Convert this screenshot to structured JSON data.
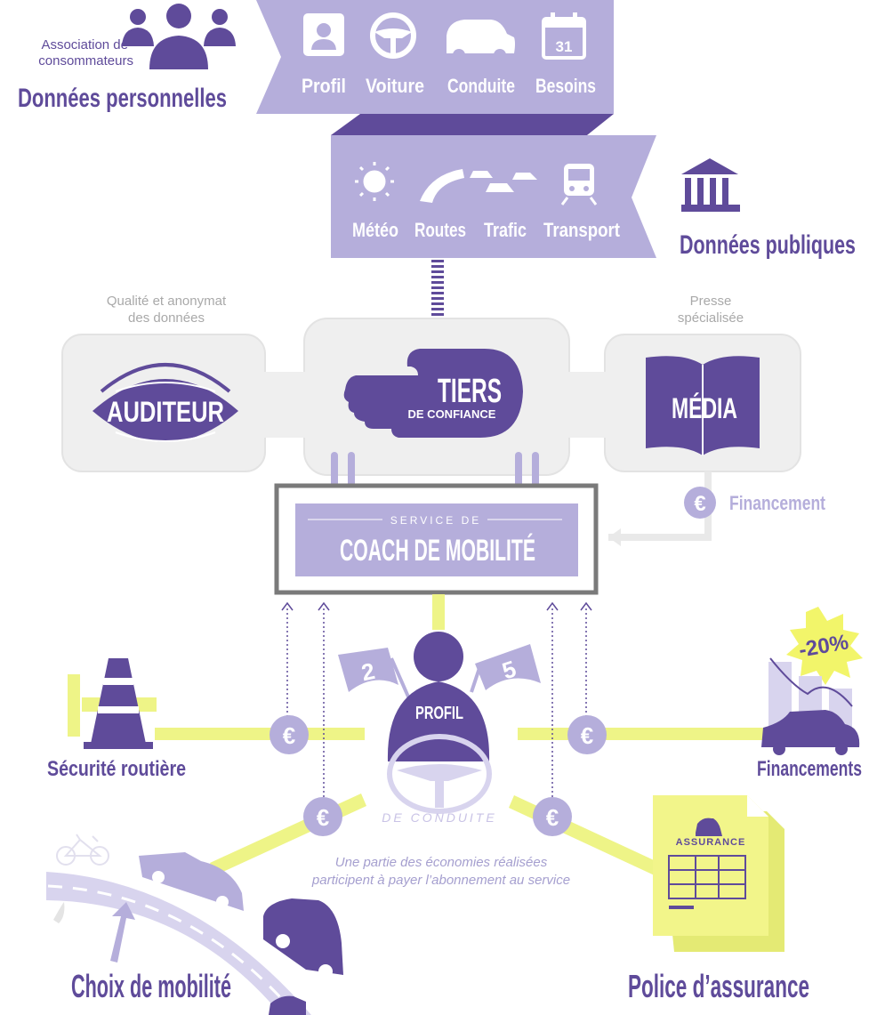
{
  "personal": {
    "association_line1": "Association de",
    "association_line2": "consommateurs",
    "title": "Données personnelles",
    "items": [
      "Profil",
      "Voiture",
      "Conduite",
      "Besoins"
    ],
    "calendar_number": "31"
  },
  "public": {
    "title": "Données publiques",
    "items": [
      "Météo",
      "Routes",
      "Trafic",
      "Transport"
    ]
  },
  "trust": {
    "auditor_caption_line1": "Qualité et anonymat",
    "auditor_caption_line2": "des données",
    "auditor_label": "AUDITEUR",
    "tiers_label": "TIERS",
    "tiers_sub": "DE CONFIANCE",
    "media_caption_line1": "Presse",
    "media_caption_line2": "spécialisée",
    "media_label": "MÉDIA"
  },
  "service": {
    "subtitle": "SERVICE DE",
    "title": "COACH DE MOBILITÉ",
    "financement_label": "Financement",
    "euro": "€"
  },
  "profile": {
    "head_label": "PROFIL",
    "wheel_label": "DE CONDUITE",
    "flag_left": "2",
    "flag_right": "5"
  },
  "discount_badge": "-20%",
  "insurance_doc_label": "ASSURANCE",
  "outcomes": {
    "security": "Sécurité routière",
    "financing": "Financements",
    "mobility": "Choix de mobilité",
    "insurance": "Police d’assurance"
  },
  "savings_note_line1": "Une partie des économies réalisées",
  "savings_note_line2": "participent à payer l’abonnement au service",
  "colors": {
    "dark_purple": "#5f4b9a",
    "light_purple": "#b5aedb",
    "pale_purple": "#d8d4ee",
    "yellow_green": "#eef487",
    "light_gray": "#efefef"
  }
}
